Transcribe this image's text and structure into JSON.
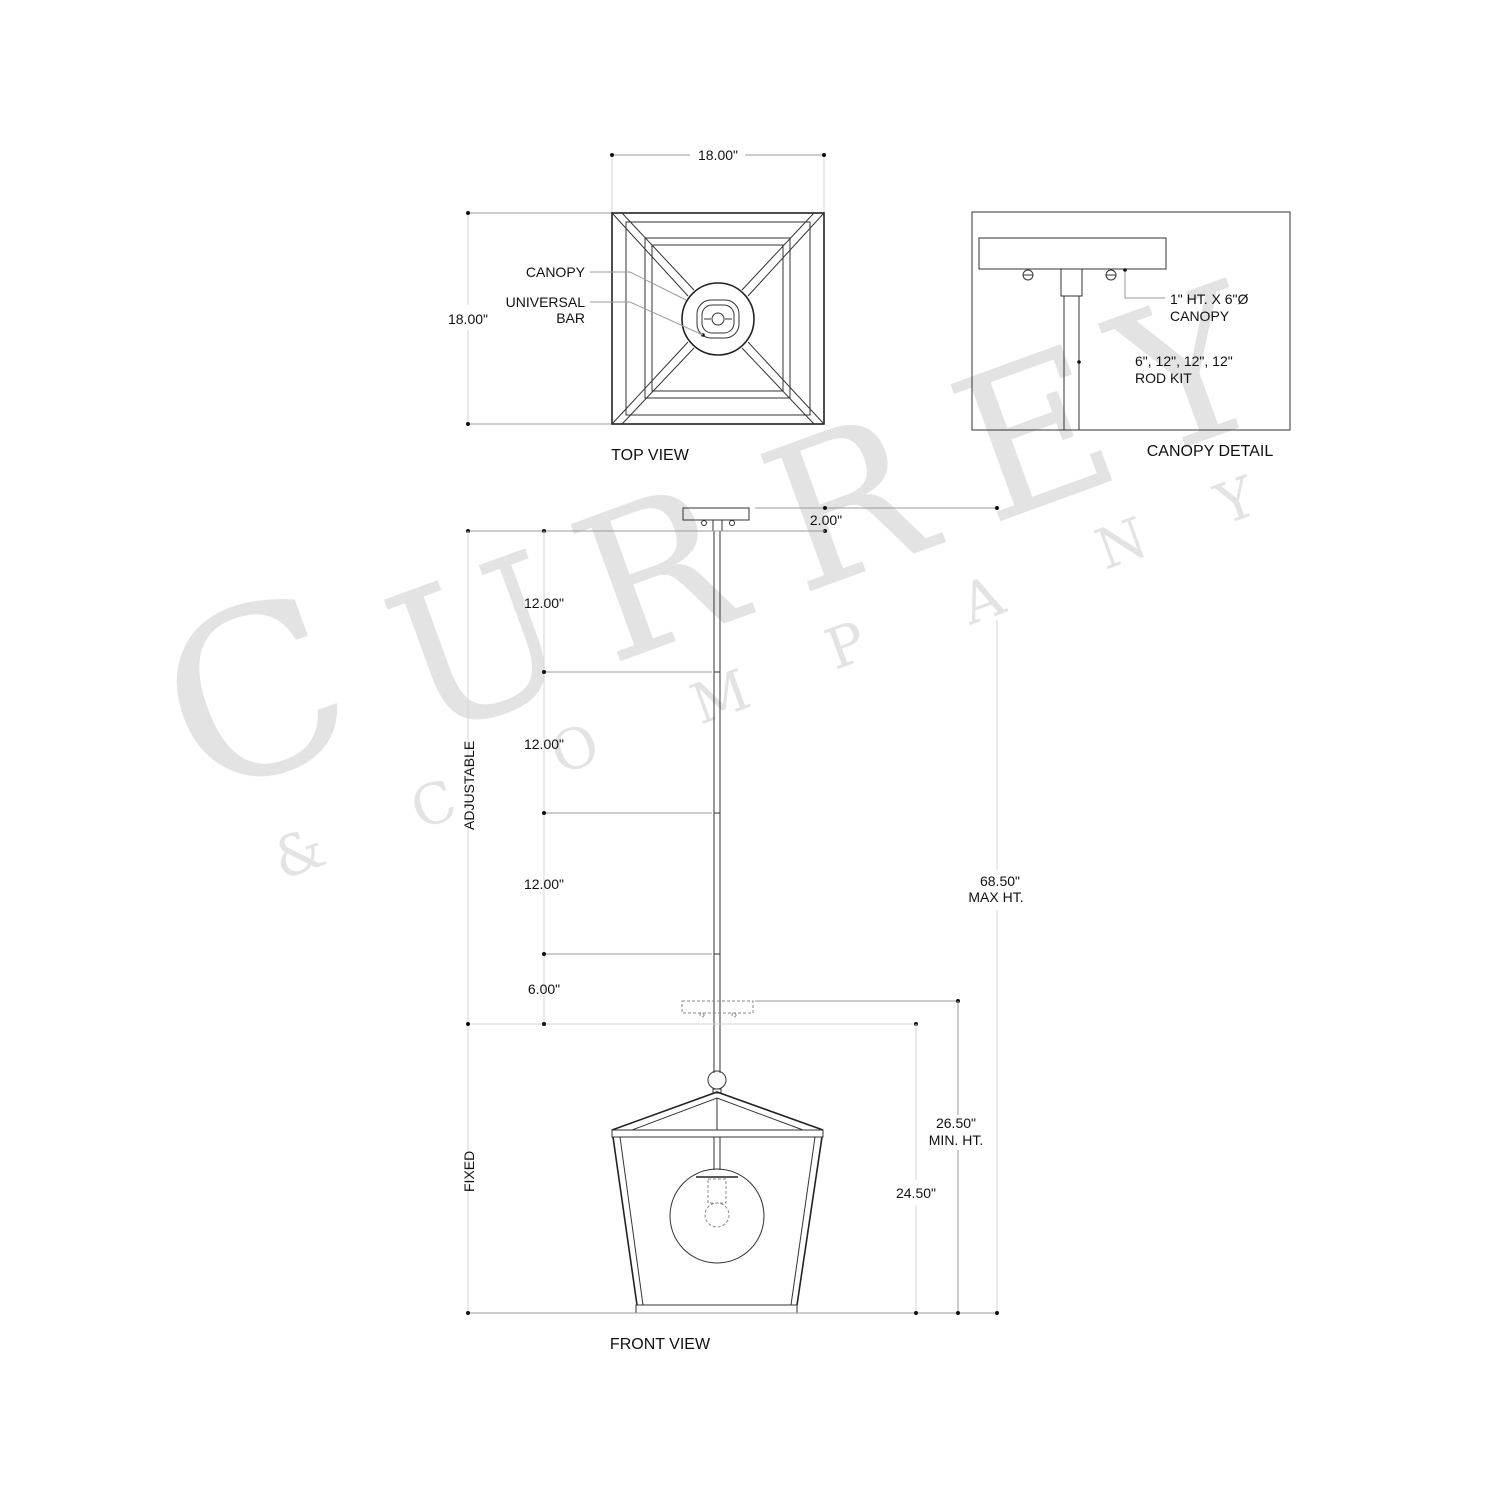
{
  "watermark": {
    "brand": "CURREY",
    "subline": "& COMPANY",
    "letters": [
      "C",
      "U",
      "R",
      "R",
      "E",
      "Y"
    ],
    "sub_letters": [
      "&",
      "C",
      "O",
      "M",
      "P",
      "A",
      "N",
      "Y"
    ],
    "color": "#e3e3e3"
  },
  "top_view": {
    "title": "TOP VIEW",
    "width_dim": "18.00\"",
    "depth_dim": "18.00\"",
    "callouts": {
      "canopy": "CANOPY",
      "universal_bar_line1": "UNIVERSAL",
      "universal_bar_line2": "BAR"
    }
  },
  "canopy_detail": {
    "title": "CANOPY DETAIL",
    "canopy_spec_line1": "1\" HT. X 6\"Ø",
    "canopy_spec_line2": "CANOPY",
    "rod_spec_line1": "6\", 12\", 12\", 12\"",
    "rod_spec_line2": "ROD KIT"
  },
  "front_view": {
    "title": "FRONT VIEW",
    "canopy_height_dim": "2.00\"",
    "adjustable_label": "ADJUSTABLE",
    "fixed_label": "FIXED",
    "rod_segments": [
      "12.00\"",
      "12.00\"",
      "12.00\"",
      "6.00\""
    ],
    "max_height_line1": "68.50\"",
    "max_height_line2": "MAX HT.",
    "min_height_line1": "26.50\"",
    "min_height_line2": "MIN. HT.",
    "fixture_height": "24.50\""
  },
  "colors": {
    "line": "#222222",
    "dimension": "#9a9a9a",
    "background": "#ffffff"
  }
}
